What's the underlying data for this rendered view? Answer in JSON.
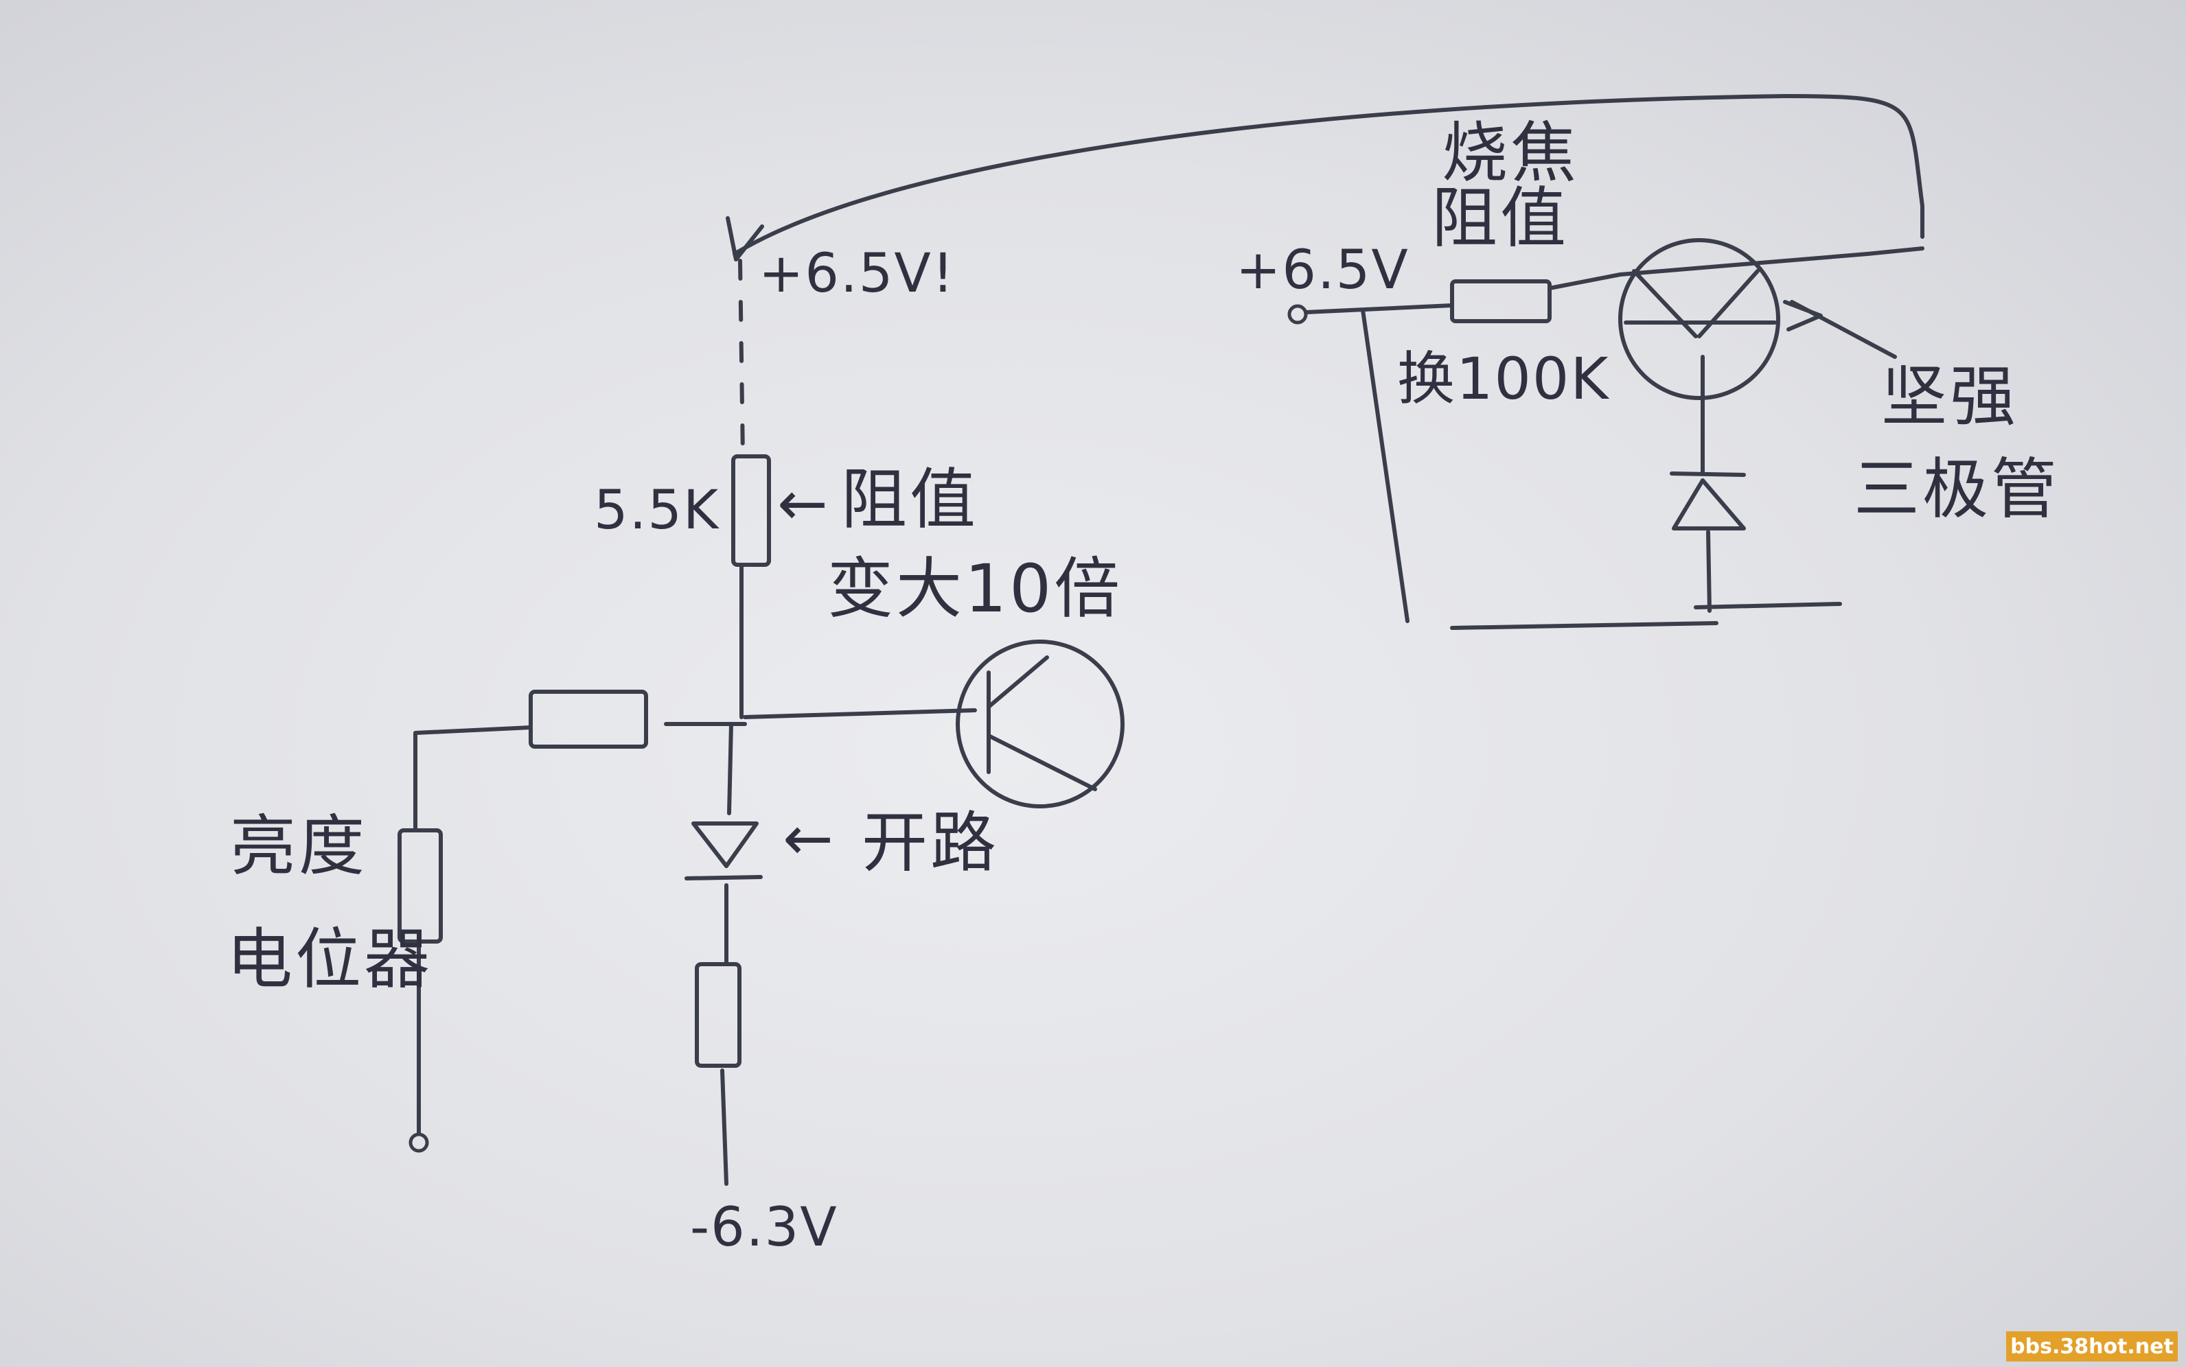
{
  "labels": {
    "top_voltage": "+6.5V!",
    "r_main_value": "5.5K",
    "r_main_note_1": "阻值",
    "r_main_note_2": "变大10倍",
    "zener_note": "开路",
    "pot_note_1": "亮度",
    "pot_note_2": "电位器",
    "bottom_voltage": "-6.3V",
    "right_voltage": "+6.5V",
    "burnt_note_1": "烧焦",
    "burnt_note_2": "阻值",
    "replace_note": "换100K",
    "transistor_note_1": "坚强",
    "transistor_note_2": "三极管"
  },
  "watermark": "bbs.38hot.net",
  "colors": {
    "ink": "#3a3d4a",
    "paper": "#e6e7eb",
    "watermark_bg": "#e3a12a"
  }
}
